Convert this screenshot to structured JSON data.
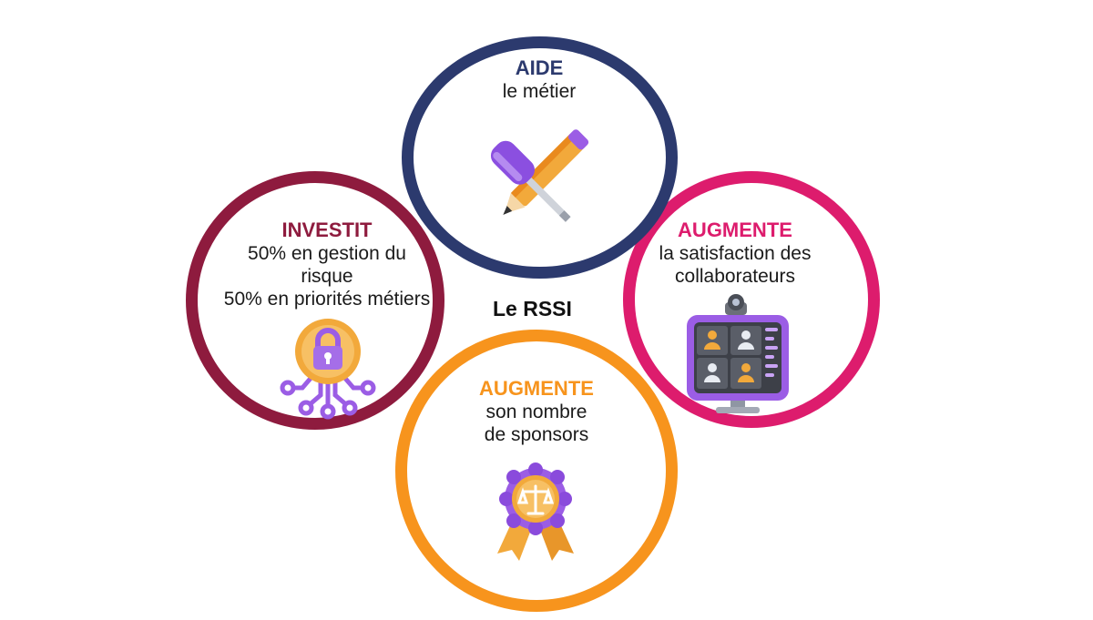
{
  "center_label": "Le RSSI",
  "colors": {
    "navy": "#2c3a6e",
    "crimson": "#8e1b3e",
    "pink": "#dd1c6d",
    "orange": "#f7941d",
    "purple": "#9b5de5",
    "gold": "#f2a93b"
  },
  "nodes": {
    "top": {
      "heading": "AIDE",
      "lines": [
        "le métier"
      ],
      "icon": "pencil-screwdriver-icon"
    },
    "left": {
      "heading": "INVESTIT",
      "lines": [
        "50% en gestion du",
        "risque",
        "50% en priorités métiers"
      ],
      "icon": "padlock-network-icon"
    },
    "right": {
      "heading": "AUGMENTE",
      "lines": [
        "la satisfaction des",
        "collaborateurs"
      ],
      "icon": "video-conference-monitor-icon"
    },
    "bottom": {
      "heading": "AUGMENTE",
      "lines": [
        "son nombre",
        "de sponsors"
      ],
      "icon": "award-ribbon-scales-icon"
    }
  }
}
